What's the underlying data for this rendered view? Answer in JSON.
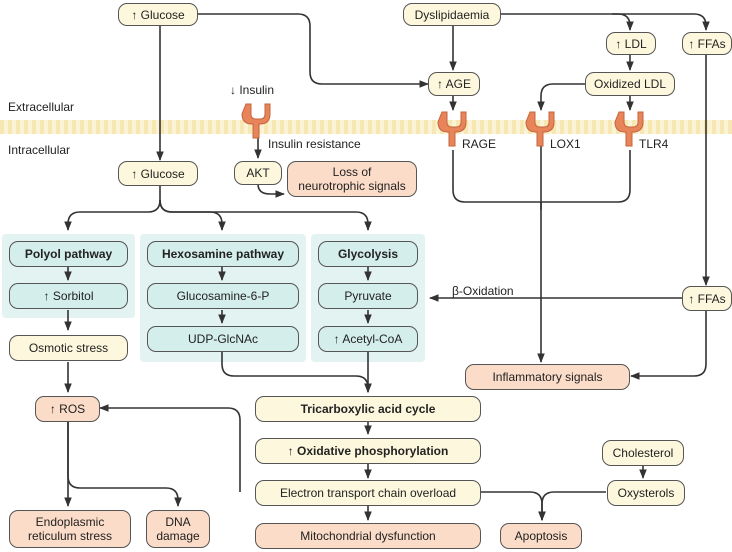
{
  "labels": {
    "extracellular": "Extracellular",
    "intracellular": "Intracellular",
    "insulin": "↓ Insulin",
    "insulin_resistance": "Insulin resistance",
    "rage": "RAGE",
    "lox1": "LOX1",
    "tlr4": "TLR4",
    "beta_oxidation": "β-Oxidation"
  },
  "nodes": {
    "glucose_top": "↑ Glucose",
    "dyslipidaemia": "Dyslipidaemia",
    "ldl": "↑ LDL",
    "ffas_top": "↑ FFAs",
    "age": "↑ AGE",
    "oxidized_ldl": "Oxidized LDL",
    "glucose_in": "↑ Glucose",
    "akt": "AKT",
    "neurotrophic": "Loss of\nneurotrophic signals",
    "polyol": "Polyol pathway",
    "sorbitol": "↑ Sorbitol",
    "hexosamine": "Hexosamine pathway",
    "glucosamine": "Glucosamine-6-P",
    "udp": "UDP-GlcNAc",
    "glycolysis": "Glycolysis",
    "pyruvate": "Pyruvate",
    "acetyl": "↑ Acetyl-CoA",
    "ffas_in": "↑ FFAs",
    "osmotic": "Osmotic stress",
    "inflammatory": "Inflammatory signals",
    "ros": "↑ ROS",
    "tca": "Tricarboxylic acid cycle",
    "oxphos": "↑ Oxidative phosphorylation",
    "cholesterol": "Cholesterol",
    "etc": "Electron transport chain overload",
    "oxysterols": "Oxysterols",
    "er_stress": "Endoplasmic\nreticulum stress",
    "dna": "DNA\ndamage",
    "mito": "Mitochondrial dysfunction",
    "apoptosis": "Apoptosis"
  },
  "colors": {
    "yellow_fill": "#fdf8dd",
    "orange_fill": "#fbdcc8",
    "teal_fill": "#d4eeeb",
    "panel": "#e3f3f1",
    "receptor": "#e8845a",
    "arrow": "#333333"
  }
}
